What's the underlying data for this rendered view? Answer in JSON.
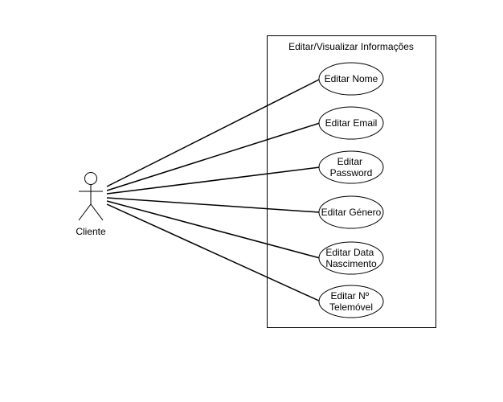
{
  "boundary": {
    "title": "Editar/Visualizar Informações"
  },
  "actor": {
    "name": "Cliente"
  },
  "use_cases": [
    {
      "lines": [
        "Editar Nome"
      ]
    },
    {
      "lines": [
        "Editar Email"
      ]
    },
    {
      "lines": [
        "Editar",
        "Password"
      ]
    },
    {
      "lines": [
        "Editar Género"
      ]
    },
    {
      "lines": [
        "Editar Data",
        "Nascimento"
      ]
    },
    {
      "lines": [
        "Editar Nº",
        "Telemóvel"
      ]
    }
  ],
  "colors": {
    "stroke": "#000000",
    "fill": "#ffffff"
  }
}
